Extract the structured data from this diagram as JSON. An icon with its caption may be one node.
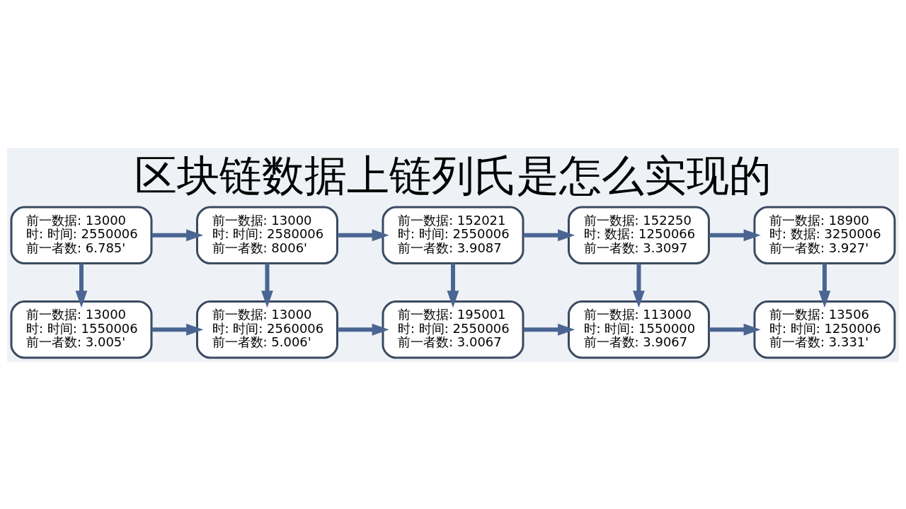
{
  "diagram": {
    "title": "区块链数据上链列氏是怎么实现的",
    "nodes": [
      {
        "text": [
          "前一数据: 13000",
          "时: 时间: 2550006",
          "前一者数: 6.785'"
        ]
      },
      {
        "text": [
          "前一数据: 13000",
          "时: 时间: 2580006",
          "前一者数: 8006'"
        ]
      },
      {
        "text": [
          "前一数据: 152021",
          "时: 时间: 2550006",
          "前一者数: 3.9087"
        ]
      },
      {
        "text": [
          "前一数据: 152250",
          "时: 数据: 1250066",
          "前一者数: 3.3097"
        ]
      },
      {
        "text": [
          "前一数据: 18900",
          "时: 数据: 3250006",
          "前一者数: 3.927'"
        ]
      },
      {
        "text": [
          "前一数据: 13000",
          "时: 时间: 1550006",
          "前一者数: 3.005'"
        ]
      },
      {
        "text": [
          "前一数据: 13000",
          "时: 时间: 2560006",
          "前一者数: 5.006'"
        ]
      },
      {
        "text": [
          "前一数据: 195001",
          "时: 时间: 2550006",
          "前一者数: 3.0067"
        ]
      },
      {
        "text": [
          "前一数据: 113000",
          "时: 时间: 1550000",
          "前一者数: 3.9067"
        ]
      },
      {
        "text": [
          "前一数据: 13506",
          "时: 时间: 1250006",
          "前一者数: 3.331'"
        ]
      }
    ],
    "edges": [
      {
        "from": 0,
        "to": 1,
        "arrow": "to"
      },
      {
        "from": 1,
        "to": 2,
        "arrow": "to"
      },
      {
        "from": 2,
        "to": 3,
        "arrow": "to"
      },
      {
        "from": 3,
        "to": 4,
        "arrow": "to"
      },
      {
        "from": 0,
        "to": 5,
        "arrow": "to"
      },
      {
        "from": 1,
        "to": 6,
        "arrow": "to"
      },
      {
        "from": 2,
        "to": 7,
        "arrow": "to"
      },
      {
        "from": 3,
        "to": 8,
        "arrow": "to"
      },
      {
        "from": 4,
        "to": 9,
        "arrow": "to"
      },
      {
        "from": 5,
        "to": 6,
        "arrow": "to"
      },
      {
        "from": 6,
        "to": 7,
        "arrow": "to"
      },
      {
        "from": 7,
        "to": 8,
        "arrow": "to"
      },
      {
        "from": 8,
        "to": 9,
        "arrow": "to"
      }
    ]
  }
}
